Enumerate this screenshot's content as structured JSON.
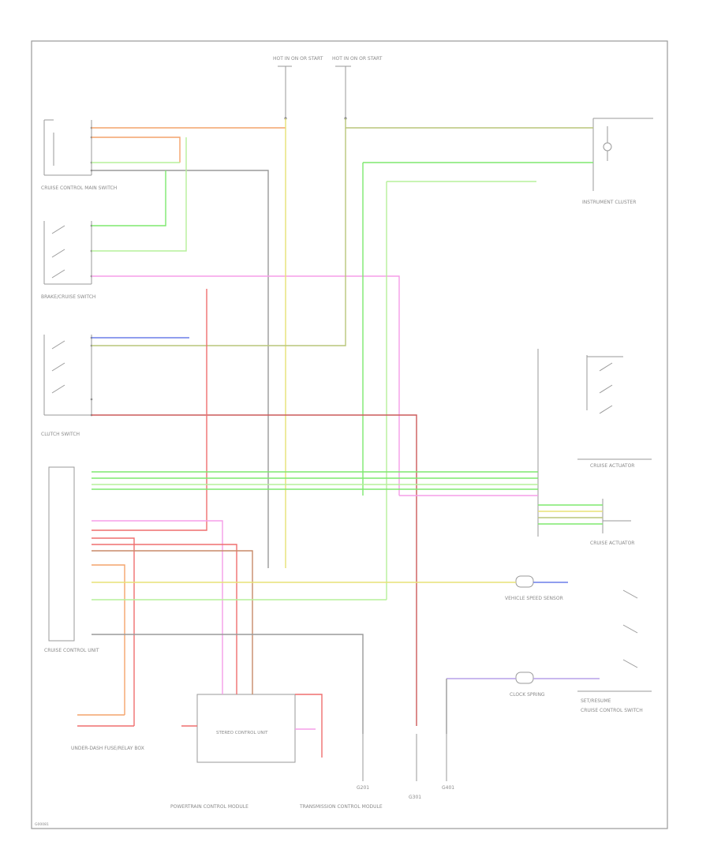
{
  "diagram": {
    "code_tag": "G00081",
    "colors": {
      "orange": "#f4a46b",
      "yellow": "#e7e276",
      "green": "#7ee86f",
      "lightgreen": "#b6f09a",
      "pink": "#f59de8",
      "red": "#ef6f6f",
      "darkred": "#cc5a5a",
      "blue": "#6b7fe9",
      "grey": "#9a9a9a",
      "purple": "#b7a0e8",
      "brown": "#c88a6a",
      "olive": "#b8c67a"
    },
    "labels": {
      "fuse_left": "HOT IN ON OR START",
      "fuse_right": "HOT IN ON OR START",
      "instrument_cluster": "INSTRUMENT CLUSTER",
      "stereo_control_unit": "STEREO CONTROL UNIT",
      "cruise_control_unit": "CRUISE CONTROL UNIT",
      "brake_switch": "BRAKE/CRUISE SWITCH",
      "clutch_switch": "CLUTCH SWITCH",
      "cruise_control_main": "CRUISE CONTROL MAIN SWITCH",
      "cruise_actuator_1": "CRUISE ACTUATOR",
      "cruise_actuator_2": "CRUISE ACTUATOR",
      "vss": "VEHICLE SPEED SENSOR",
      "cruise_switch": "CRUISE CONTROL SWITCH",
      "ground_1": "G201",
      "ground_2": "G301",
      "ground_3": "G401",
      "powertrain_module": "POWERTRAIN CONTROL MODULE",
      "transmission_module": "TRANSMISSION CONTROL MODULE",
      "underdash": "UNDER-DASH FUSE/RELAY BOX",
      "clock_spring": "CLOCK SPRING",
      "set_resume": "SET/RESUME"
    }
  }
}
